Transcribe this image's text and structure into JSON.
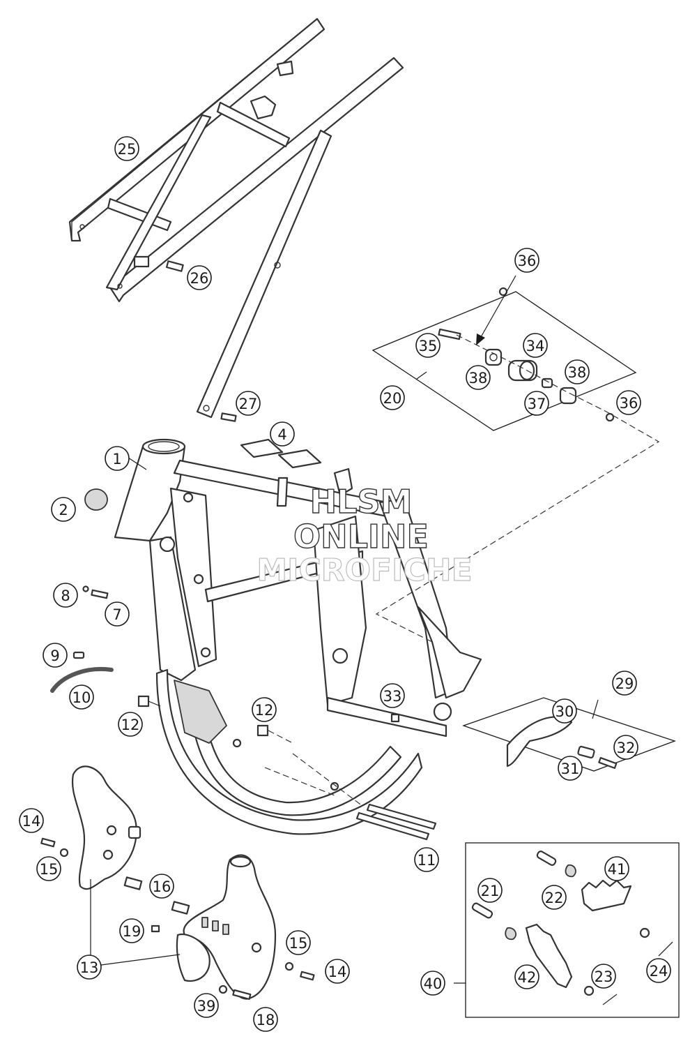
{
  "watermark": {
    "line1": "HLSM",
    "line2": "ONLINE",
    "line3": "MICROFICHE"
  },
  "callouts": [
    {
      "id": "c1",
      "label": "1"
    },
    {
      "id": "c2",
      "label": "2"
    },
    {
      "id": "c4",
      "label": "4"
    },
    {
      "id": "c7",
      "label": "7"
    },
    {
      "id": "c8",
      "label": "8"
    },
    {
      "id": "c9",
      "label": "9"
    },
    {
      "id": "c10",
      "label": "10"
    },
    {
      "id": "c11",
      "label": "11"
    },
    {
      "id": "c12a",
      "label": "12"
    },
    {
      "id": "c12b",
      "label": "12"
    },
    {
      "id": "c13",
      "label": "13"
    },
    {
      "id": "c14a",
      "label": "14"
    },
    {
      "id": "c14b",
      "label": "14"
    },
    {
      "id": "c15a",
      "label": "15"
    },
    {
      "id": "c15b",
      "label": "15"
    },
    {
      "id": "c16",
      "label": "16"
    },
    {
      "id": "c18",
      "label": "18"
    },
    {
      "id": "c19",
      "label": "19"
    },
    {
      "id": "c20",
      "label": "20"
    },
    {
      "id": "c21",
      "label": "21"
    },
    {
      "id": "c22",
      "label": "22"
    },
    {
      "id": "c23",
      "label": "23"
    },
    {
      "id": "c24",
      "label": "24"
    },
    {
      "id": "c25",
      "label": "25"
    },
    {
      "id": "c26",
      "label": "26"
    },
    {
      "id": "c27",
      "label": "27"
    },
    {
      "id": "c29",
      "label": "29"
    },
    {
      "id": "c30",
      "label": "30"
    },
    {
      "id": "c31",
      "label": "31"
    },
    {
      "id": "c32",
      "label": "32"
    },
    {
      "id": "c33",
      "label": "33"
    },
    {
      "id": "c34",
      "label": "34"
    },
    {
      "id": "c35",
      "label": "35"
    },
    {
      "id": "c36a",
      "label": "36"
    },
    {
      "id": "c36b",
      "label": "36"
    },
    {
      "id": "c37",
      "label": "37"
    },
    {
      "id": "c38a",
      "label": "38"
    },
    {
      "id": "c38b",
      "label": "38"
    },
    {
      "id": "c39",
      "label": "39"
    },
    {
      "id": "c40",
      "label": "40"
    },
    {
      "id": "c41",
      "label": "41"
    },
    {
      "id": "c42",
      "label": "42"
    }
  ]
}
